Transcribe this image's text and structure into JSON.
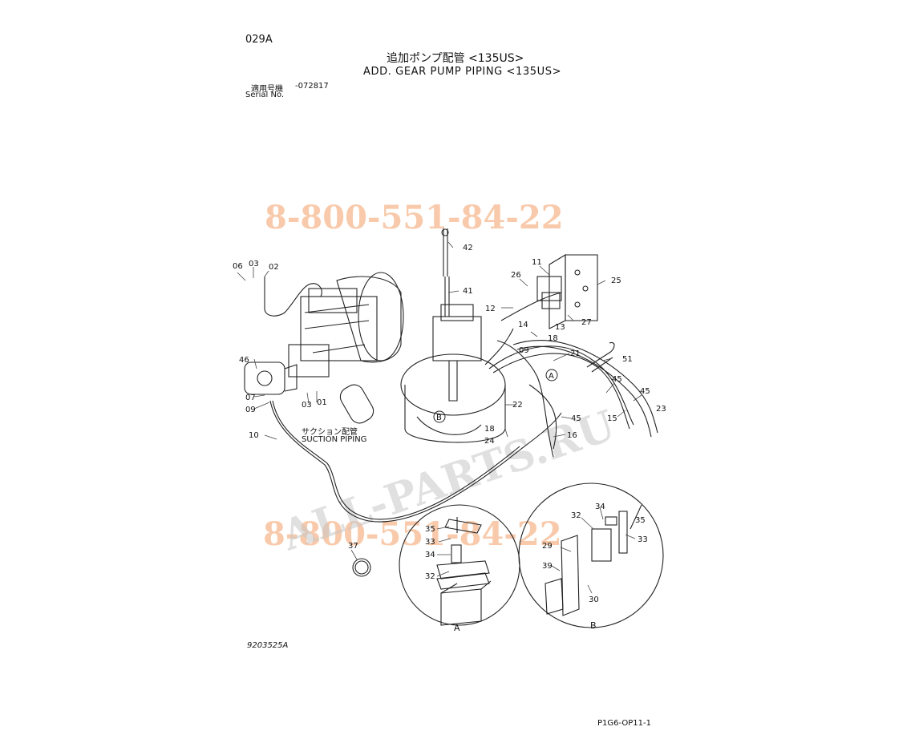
{
  "header": {
    "page_code": "029A",
    "title_jp": "追加ポンプ配管 <135US>",
    "title_en": "ADD. GEAR PUMP PIPING <135US>",
    "serial_label_jp": "適用号機",
    "serial_range": "-072817",
    "serial_label_en": "Serial No."
  },
  "notes": {
    "suction_jp": "サクション配管",
    "suction_en": "SUCTION PIPING"
  },
  "footer": {
    "drawing_no": "9203525A",
    "sheet_code": "P1G6-OP11-1"
  },
  "watermarks": {
    "phone": "8-800-551-84-22",
    "site": "ALL-PARTS.RU"
  },
  "detail_views": {
    "a": "A",
    "b": "B"
  },
  "callouts": {
    "c42": "42",
    "c41": "41",
    "c11": "11",
    "c26": "26",
    "c25": "25",
    "c06": "06",
    "c03a": "03",
    "c02": "02",
    "c12": "12",
    "c14": "14",
    "c13": "13",
    "c27": "27",
    "c18a": "18",
    "c09a": "09",
    "c21": "21",
    "c51": "51",
    "c46": "46",
    "c45a": "45",
    "c45b": "45",
    "c23": "23",
    "c07": "07",
    "c09b": "09",
    "c03b": "03",
    "c01": "01",
    "c22": "22",
    "c45c": "45",
    "c15": "15",
    "c10": "10",
    "c18b": "18",
    "c24": "24",
    "c16": "16",
    "c32a": "32",
    "c34a": "34",
    "c35a": "35",
    "c35b": "35",
    "c33a": "33",
    "c34b": "34",
    "c32b": "32",
    "c29": "29",
    "c33b": "33",
    "c39": "39",
    "c37": "37",
    "c30": "30"
  }
}
